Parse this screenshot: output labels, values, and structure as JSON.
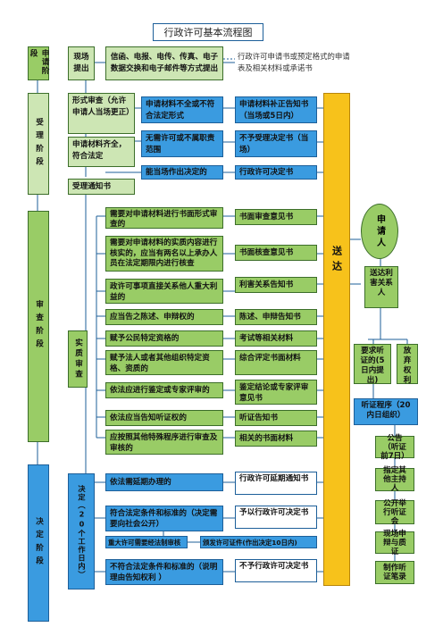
{
  "title": "行政许可基本流程图",
  "stages": {
    "apply": "申请阶段",
    "accept": "受理阶段",
    "review": "审查阶段",
    "decide": "决定阶段"
  },
  "apply": {
    "onsite": "现场提出",
    "remote": "信函、电报、电传、传真、电子数据交换和电子邮件等方式提出",
    "note": "行政许可申请书或预定格式的申请表及相关材料或承诺书"
  },
  "accept": {
    "formal": "形式审查（允许申请人当场更正）",
    "incomplete": "申请材料不全或不符合法定形式",
    "supplement_notice": "申请材料补正告知书（当场或5日内）",
    "complete": "申请材料齐全，符合法定",
    "no_permit_needed": "无需许可或不属职责范围",
    "reject_notice": "不予受理决定书（当场）",
    "decide_onsite": "能当场作出决定的",
    "permit_decision": "行政许可决定书",
    "accept_notice": "受理通知书"
  },
  "review": {
    "substantive": "实质审查",
    "items": [
      {
        "left": "需要对申请材料进行书面形式审查的",
        "right": "书面审查意见书"
      },
      {
        "left": "需要对申请材料的实质内容进行核实的，应当有两名以上承办人员在法定期限内进行核查",
        "right": "书面核查意见书"
      },
      {
        "left": "政许可事项直接关系他人重大利益的",
        "right": "利害关系告知书"
      },
      {
        "left": "应当告之陈述、申辩权的",
        "right": "陈述、申辩告知书"
      },
      {
        "left": "赋予公民特定资格的",
        "right": "考试等相关材料"
      },
      {
        "left": "赋予法人或者其他组织特定资格、资质的",
        "right": "综合评定书面材料"
      },
      {
        "left": "依法应进行鉴定或专家评审的",
        "right": "鉴定结论或专家评审意见书"
      },
      {
        "left": "依法应当告知听证权的",
        "right": "听证告知书"
      },
      {
        "left": "应按照其他特殊程序进行审查及审核的",
        "right": "相关的书面材料"
      }
    ]
  },
  "decide": {
    "label": "决定（20个工作日内）",
    "extend": "依法需延期办理的",
    "extend_doc": "行政许可延期通知书",
    "grant": "符合法定条件和标准的（决定需要向社会公开）",
    "grant_doc": "予以行政许可决定书",
    "major": "重大许可需要经法制审核",
    "license": "颁发许可证件(作出决定10日内)",
    "deny": "不符合法定条件和标准的（说明理由告知权利 ）",
    "deny_doc": "不予行政许可决定书"
  },
  "right": {
    "deliver": "送达",
    "applicant": "申请人",
    "interested": "送达利害关系人",
    "request_hearing": "要求听证的(5日内提出)",
    "waive": "放弃权利",
    "hearing_proc": "听证程序（20内日组织）",
    "steps": [
      "公告（听证前7日）",
      "指定其他主持人",
      "公开举行听证会",
      "现场申辩与质证",
      "制作听证笔录"
    ]
  }
}
